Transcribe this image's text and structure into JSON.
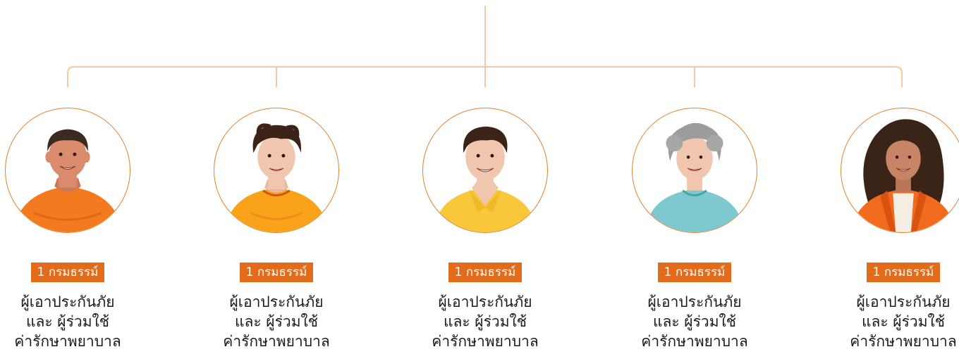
{
  "colors": {
    "line": "#f2c9a0",
    "circle_border": "#e0812f",
    "badge_bg": "#e36b1c",
    "badge_text": "#ffffff",
    "text": "#1a1a1a"
  },
  "members": [
    {
      "avatar_icon": "teen-boy-orange-shirt-icon",
      "badge": "1 กรมธรรม์",
      "line1": "ผู้เอาประกันภัย",
      "line2": "และ ผู้ร่วมใช้",
      "line3": "ค่ารักษาพยาบาล"
    },
    {
      "avatar_icon": "young-man-yellow-shirt-icon",
      "badge": "1 กรมธรรม์",
      "line1": "ผู้เอาประกันภัย",
      "line2": "และ ผู้ร่วมใช้",
      "line3": "ค่ารักษาพยาบาล"
    },
    {
      "avatar_icon": "man-yellow-collar-shirt-icon",
      "badge": "1 กรมธรรม์",
      "line1": "ผู้เอาประกันภัย",
      "line2": "และ ผู้ร่วมใช้",
      "line3": "ค่ารักษาพยาบาล"
    },
    {
      "avatar_icon": "elderly-woman-teal-shirt-icon",
      "badge": "1 กรมธรรม์",
      "line1": "ผู้เอาประกันภัย",
      "line2": "และ ผู้ร่วมใช้",
      "line3": "ค่ารักษาพยาบาล"
    },
    {
      "avatar_icon": "woman-orange-jacket-icon",
      "badge": "1 กรมธรรม์",
      "line1": "ผู้เอาประกันภัย",
      "line2": "และ ผู้ร่วมใช้",
      "line3": "ค่ารักษาพยาบาล"
    }
  ]
}
